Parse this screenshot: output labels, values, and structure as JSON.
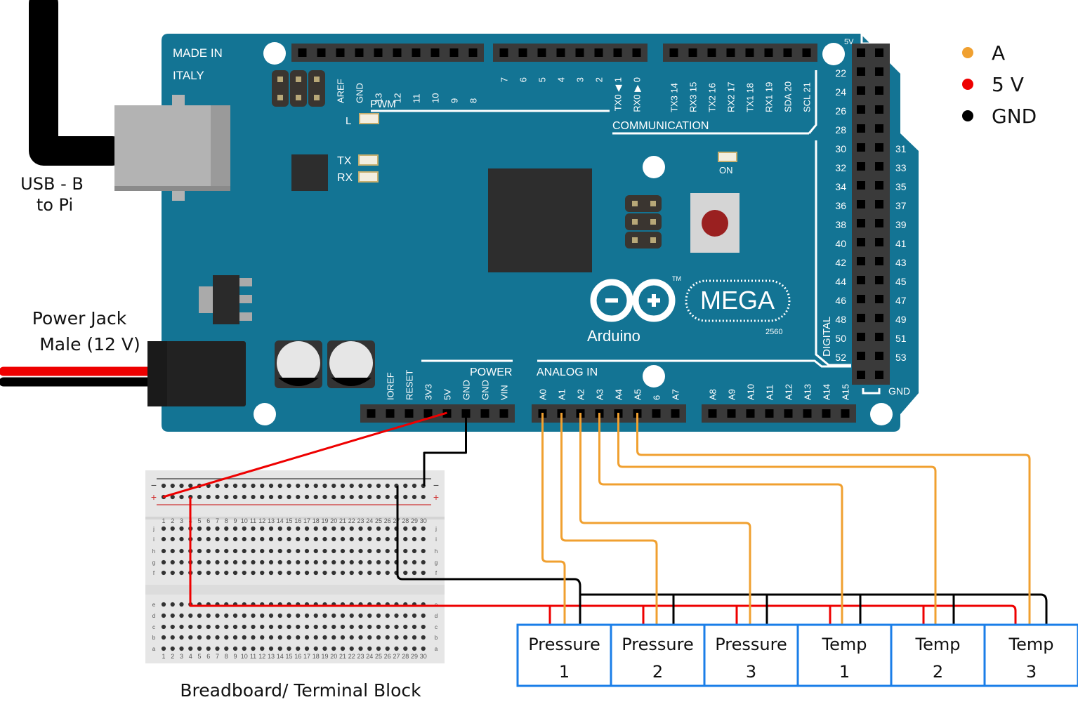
{
  "labels": {
    "usb_line1": "USB - B",
    "usb_line2": "to Pi",
    "power_line1": "Power Jack",
    "power_line2": "Male (12 V)",
    "breadboard_caption": "Breadboard/ Terminal Block"
  },
  "legend": [
    {
      "label": "A",
      "color": "#f0a030"
    },
    {
      "label": "5 V",
      "color": "#ee0000"
    },
    {
      "label": "GND",
      "color": "#000000"
    }
  ],
  "board": {
    "made_in": "MADE IN",
    "italy": "ITALY",
    "pwm": "PWM",
    "communication": "COMMUNICATION",
    "power": "POWER",
    "analog_in": "ANALOG IN",
    "digital": "DIGITAL",
    "brand": "Arduino",
    "model": "MEGA",
    "model_number": "2560",
    "tm": "TM",
    "led_l": "L",
    "led_tx": "TX",
    "led_rx": "RX",
    "led_on": "ON",
    "five_v": "5V",
    "gnd": "GND",
    "top_pins_left": [
      "AREF",
      "GND",
      "13",
      "12",
      "11",
      "10",
      "9",
      "8"
    ],
    "top_pins_mid": [
      "7",
      "6",
      "5",
      "4",
      "3",
      "2",
      "TX0 ◀ 1",
      "RX0 ▶ 0"
    ],
    "top_pins_right": [
      "TX3 14",
      "RX3 15",
      "TX2 16",
      "RX2 17",
      "TX1 18",
      "RX1 19",
      "SDA 20",
      "SCL 21"
    ],
    "power_pins": [
      "IOREF",
      "RESET",
      "3V3",
      "5V",
      "GND",
      "GND",
      "VIN"
    ],
    "analog_pins_1": [
      "A0",
      "A1",
      "A2",
      "A3",
      "A4",
      "A5",
      "6",
      "A7"
    ],
    "analog_pins_2": [
      "A8",
      "A9",
      "A10",
      "A11",
      "A12",
      "A13",
      "A14",
      "A15"
    ],
    "digital_left": [
      "22",
      "24",
      "26",
      "28",
      "30",
      "32",
      "34",
      "36",
      "38",
      "40",
      "42",
      "44",
      "46",
      "48",
      "50",
      "52"
    ],
    "digital_right": [
      "31",
      "33",
      "35",
      "37",
      "39",
      "41",
      "43",
      "45",
      "47",
      "49",
      "51",
      "53"
    ]
  },
  "breadboard": {
    "minus": "−",
    "plus": "+",
    "columns": [
      "1",
      "2",
      "3",
      "4",
      "5",
      "6",
      "7",
      "8",
      "9",
      "10",
      "11",
      "12",
      "13",
      "14",
      "15",
      "16",
      "17",
      "18",
      "19",
      "20",
      "21",
      "22",
      "23",
      "24",
      "25",
      "26",
      "27",
      "28",
      "29",
      "30"
    ],
    "rows_top": [
      "j",
      "i",
      "h",
      "g",
      "f"
    ],
    "rows_bottom": [
      "e",
      "d",
      "c",
      "b",
      "a"
    ]
  },
  "sensors": [
    {
      "name": "Pressure",
      "num": "1",
      "pin": "A0"
    },
    {
      "name": "Pressure",
      "num": "2",
      "pin": "A1"
    },
    {
      "name": "Pressure",
      "num": "3",
      "pin": "A2"
    },
    {
      "name": "Temp",
      "num": "1",
      "pin": "A3"
    },
    {
      "name": "Temp",
      "num": "2",
      "pin": "A4"
    },
    {
      "name": "Temp",
      "num": "3",
      "pin": "A5"
    }
  ],
  "colors": {
    "board": "#137494",
    "header": "#3a3a3a",
    "analog_wire": "#f0a030",
    "power_wire": "#ee0000",
    "gnd_wire": "#000000",
    "sensor_border": "#1a7ee8"
  }
}
